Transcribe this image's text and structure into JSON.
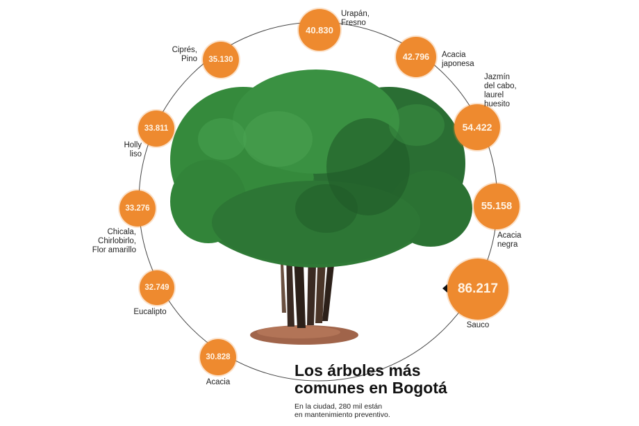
{
  "title_line1": "Los árboles más",
  "title_line2": "comunes en Bogotá",
  "subtitle_line1": "En la ciudad, 280 mil están",
  "subtitle_line2": "en mantenimiento preventivo.",
  "colors": {
    "bubble": "#ee8a2f",
    "bubble_text": "#fff4e6",
    "ring": "#444444",
    "canopy": "#2e7d3a",
    "trunk": "#3a2a22",
    "soil": "#a0644a"
  },
  "chart_data": {
    "type": "bubble",
    "title": "Los árboles más comunes en Bogotá",
    "subtitle": "En la ciudad, 280 mil están en mantenimiento preventivo.",
    "categories": [
      "Urapán, Fresno",
      "Acacia japonesa",
      "Jazmín del cabo, laurel huesito",
      "Acacia negra",
      "Sauco",
      "Acacia",
      "Eucalipto",
      "Chicala, Chirlobirlo, Flor amarillo",
      "Holly liso",
      "Ciprés, Pino"
    ],
    "values": [
      40830,
      42796,
      54422,
      55158,
      86217,
      30828,
      32749,
      33276,
      33811,
      35130
    ],
    "value_labels": [
      "40.830",
      "42.796",
      "54.422",
      "55.158",
      "86.217",
      "30.828",
      "32.749",
      "33.276",
      "33.811",
      "35.130"
    ]
  },
  "items": [
    {
      "value": "40.830",
      "label_l1": "Urapán,",
      "label_l2": "Fresno",
      "label_l3": "",
      "label_l4": ""
    },
    {
      "value": "42.796",
      "label_l1": "Acacia",
      "label_l2": "japonesa",
      "label_l3": "",
      "label_l4": ""
    },
    {
      "value": "54.422",
      "label_l1": "Jazmín",
      "label_l2": "del cabo,",
      "label_l3": "laurel",
      "label_l4": "huesito"
    },
    {
      "value": "55.158",
      "label_l1": "Acacia",
      "label_l2": "negra",
      "label_l3": "",
      "label_l4": ""
    },
    {
      "value": "86.217",
      "label_l1": "Sauco",
      "label_l2": "",
      "label_l3": "",
      "label_l4": ""
    },
    {
      "value": "30.828",
      "label_l1": "Acacia",
      "label_l2": "",
      "label_l3": "",
      "label_l4": ""
    },
    {
      "value": "32.749",
      "label_l1": "Eucalipto",
      "label_l2": "",
      "label_l3": "",
      "label_l4": ""
    },
    {
      "value": "33.276",
      "label_l1": "Chicala,",
      "label_l2": "Chirlobirlo,",
      "label_l3": "Flor amarillo",
      "label_l4": ""
    },
    {
      "value": "33.811",
      "label_l1": "Holly",
      "label_l2": "liso",
      "label_l3": "",
      "label_l4": ""
    },
    {
      "value": "35.130",
      "label_l1": "Ciprés,",
      "label_l2": "Pino",
      "label_l3": "",
      "label_l4": ""
    }
  ]
}
